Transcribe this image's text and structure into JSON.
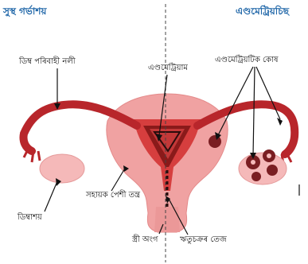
{
  "headers": {
    "left": "সুস্থ গর্ভাশয়",
    "right": "এণ্ডমেট্রিয়চিছ"
  },
  "labels": {
    "fallopian_tube": "ডিম্ব পৰিবাহী নলী",
    "endometrium": "এণ্ডমেট্ৰিয়াম",
    "endometriotic_cells": "এণ্ডমেট্ৰিয়টিক কোষ",
    "ovary": "ডিম্বাশয়",
    "myometrium": "সহায়ক পেশী তন্ত্ৰ",
    "vagina": "স্ত্ৰী অংগ",
    "menstrual_flow": "ঋতুচক্ৰৰ তেজ"
  },
  "colors": {
    "tube": "#b8262b",
    "uterus_outer": "#f0a2a2",
    "uterus_inner": "#d63e3e",
    "endometrium": "#8a1a1a",
    "ovary": "#f5b9b9",
    "cyst": "#7a1e22",
    "title": "#1f66a8",
    "divider": "#444444"
  }
}
